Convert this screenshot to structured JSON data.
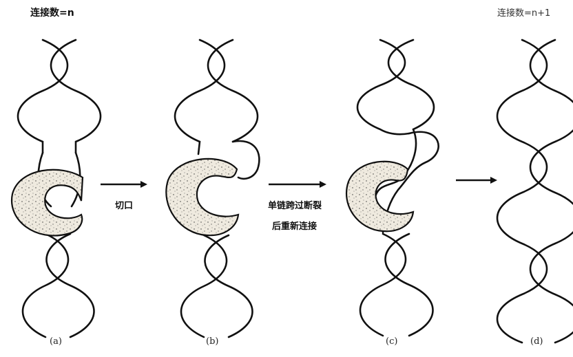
{
  "labels": {
    "linking_before": "连接数=n",
    "linking_after": "连接数=n+1",
    "step1": "切口",
    "step2_line1": "单链跨过断裂",
    "step2_line2": "后重新连接"
  },
  "panels": [
    "(a)",
    "(b)",
    "(c)",
    "(d)"
  ],
  "colors": {
    "ink": "#111111",
    "enzyme_fill": "#efeadf"
  }
}
